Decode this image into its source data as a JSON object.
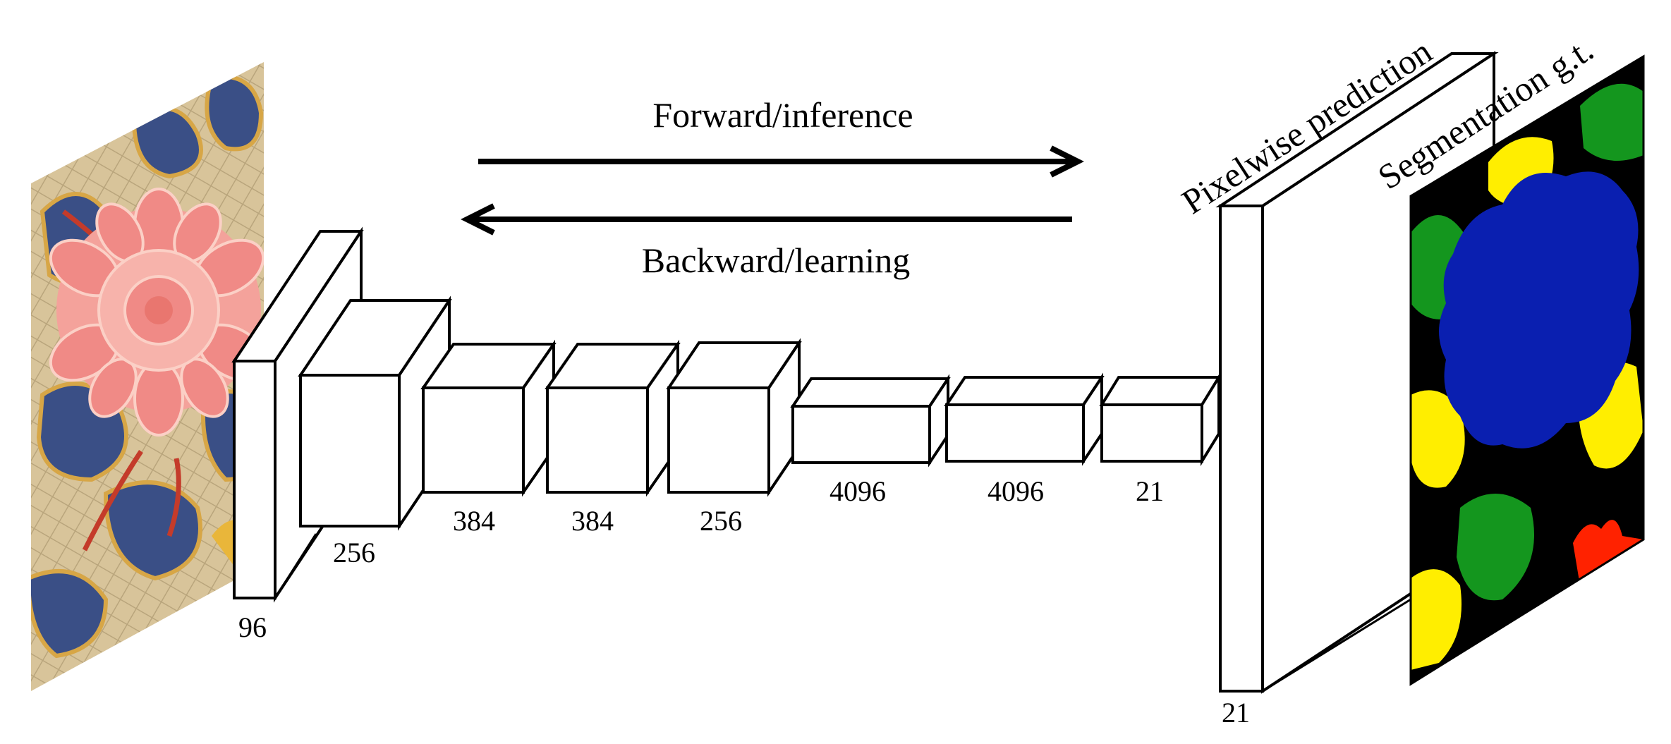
{
  "diagram": {
    "forward_label": "Forward/inference",
    "backward_label": "Backward/learning",
    "prediction_label": "Pixelwise prediction",
    "groundtruth_label": "Segmentation g.t.",
    "layers": [
      {
        "channels": "96"
      },
      {
        "channels": "256"
      },
      {
        "channels": "384"
      },
      {
        "channels": "384"
      },
      {
        "channels": "256"
      },
      {
        "channels": "4096"
      },
      {
        "channels": "4096"
      },
      {
        "channels": "21"
      }
    ],
    "output_channels": "21"
  },
  "colors": {
    "input_background": "#d8c49a",
    "input_leaf": "#3a4f86",
    "input_flower": "#f08a86",
    "input_branch": "#c43b2a",
    "gt_background": "#000000",
    "gt_flower": "#0a1fb0",
    "gt_leaf_green": "#14961e",
    "gt_leaf_yellow": "#ffee00",
    "gt_red": "#ff2200"
  }
}
